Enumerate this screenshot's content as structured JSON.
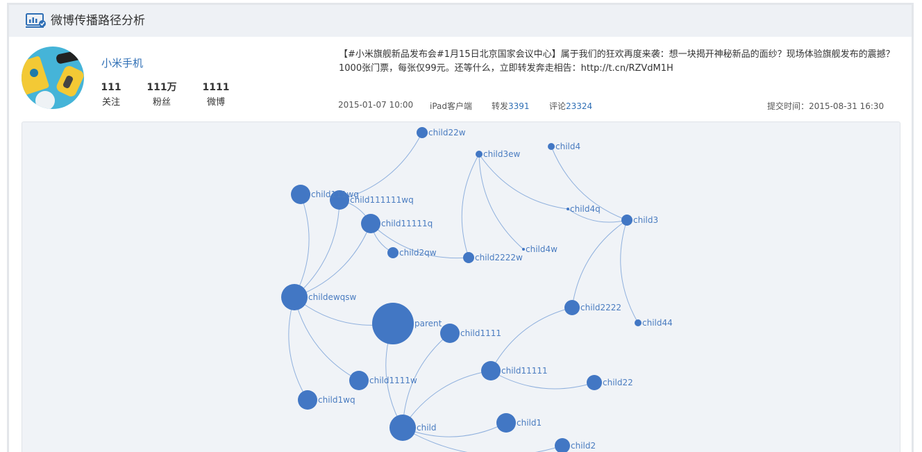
{
  "header": {
    "title": "微博传播路径分析",
    "icon": "chart-analysis-icon"
  },
  "user": {
    "name": "小米手机",
    "stats": [
      {
        "num": "111",
        "label": "关注"
      },
      {
        "num": "111万",
        "label": "粉丝"
      },
      {
        "num": "1111",
        "label": "微博"
      }
    ]
  },
  "post": {
    "text": "【#小米旗舰新品发布会#1月15日北京国家会议中心】属于我们的狂欢再度来袭：想一块揭开神秘新品的面纱？现场体验旗舰发布的震撼？ 1000张门票，每张仅99元。还等什么，立即转发奔走相告：http://t.cn/RZVdM1H",
    "date": "2015-01-07 10:00",
    "source": "iPad客户端",
    "repost_label": "转发",
    "repost_count": "3391",
    "comment_label": "评论",
    "comment_count": "23324",
    "submit_time": "提交时间：2015-08-31 16:30"
  },
  "colors": {
    "node": "#4277c4",
    "edge": "#8fb0dd",
    "label": "#4a7cc0",
    "link": "#2f6fb5"
  },
  "graph": {
    "nodes": [
      {
        "id": "parent",
        "label": "parent",
        "size": 7
      },
      {
        "id": "childewqsw",
        "label": "childewqsw",
        "size": 5
      },
      {
        "id": "child11111q",
        "label": "child11111q",
        "size": 4
      },
      {
        "id": "child111111wq",
        "label": "child111111wq",
        "size": 4
      },
      {
        "id": "childwq",
        "label": "child111wq",
        "size": 4
      },
      {
        "id": "child2qw",
        "label": "child2qw",
        "size": 2
      },
      {
        "id": "child22w",
        "label": "child22w",
        "size": 2
      },
      {
        "id": "child3ew",
        "label": "child3ew",
        "size": 1
      },
      {
        "id": "child4",
        "label": "child4",
        "size": 1
      },
      {
        "id": "child4q",
        "label": "child4q",
        "size": 0
      },
      {
        "id": "child4w",
        "label": "child4w",
        "size": 0
      },
      {
        "id": "child2222w",
        "label": "child2222w",
        "size": 2
      },
      {
        "id": "child3",
        "label": "child3",
        "size": 2
      },
      {
        "id": "child2222",
        "label": "child2222",
        "size": 3
      },
      {
        "id": "child44",
        "label": "child44",
        "size": 1
      },
      {
        "id": "child1111",
        "label": "child1111",
        "size": 4
      },
      {
        "id": "child11111",
        "label": "child11111",
        "size": 4
      },
      {
        "id": "child22",
        "label": "child22",
        "size": 3
      },
      {
        "id": "child1111w",
        "label": "child1111w",
        "size": 4
      },
      {
        "id": "child1wq",
        "label": "child1wq",
        "size": 4
      },
      {
        "id": "child",
        "label": "child",
        "size": 5
      },
      {
        "id": "child1",
        "label": "child1",
        "size": 4
      },
      {
        "id": "child2",
        "label": "child2",
        "size": 3
      }
    ],
    "edges": [
      [
        "childewqsw",
        "parent"
      ],
      [
        "childewqsw",
        "childwq"
      ],
      [
        "childewqsw",
        "child111111wq"
      ],
      [
        "childewqsw",
        "child11111q"
      ],
      [
        "childewqsw",
        "child1111w"
      ],
      [
        "childewqsw",
        "child1wq"
      ],
      [
        "child11111q",
        "child111111wq"
      ],
      [
        "child11111q",
        "child2qw"
      ],
      [
        "child11111q",
        "child2222w"
      ],
      [
        "child111111wq",
        "child22w"
      ],
      [
        "child3ew",
        "child2222w"
      ],
      [
        "child3ew",
        "child4w"
      ],
      [
        "child3ew",
        "child4q"
      ],
      [
        "child4",
        "child3"
      ],
      [
        "child4q",
        "child3"
      ],
      [
        "child3",
        "child2222"
      ],
      [
        "child3",
        "child44"
      ],
      [
        "child2222",
        "child11111"
      ],
      [
        "child11111",
        "child22"
      ],
      [
        "child11111",
        "child"
      ],
      [
        "parent",
        "child"
      ],
      [
        "child1111",
        "child"
      ],
      [
        "child",
        "child1"
      ],
      [
        "child",
        "child2"
      ]
    ]
  }
}
